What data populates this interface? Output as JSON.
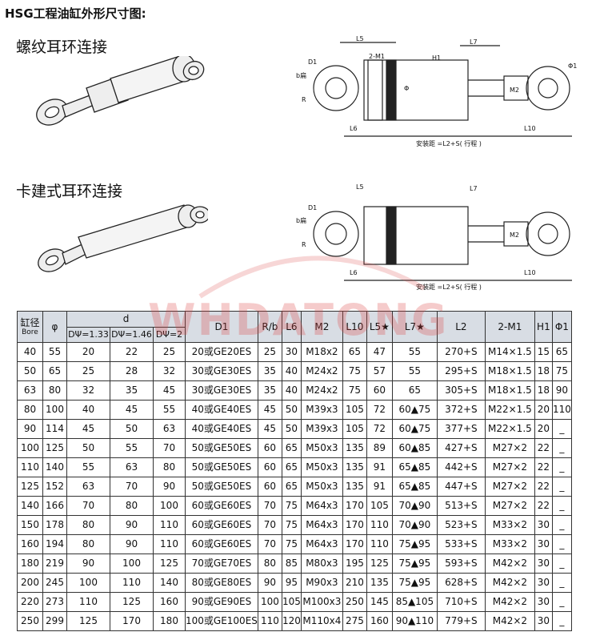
{
  "title": "HSG工程油缸外形尺寸图:",
  "sections": [
    "螺纹耳环连接",
    "卡建式耳环连接"
  ],
  "diagram_labels": {
    "d1": "D1",
    "b": "b扁",
    "r": "R",
    "l5": "L5",
    "l6": "L6",
    "m1": "2-M1",
    "l7": "L7",
    "h1": "H1",
    "phi": "Φ",
    "m2": "M2",
    "l10": "L10",
    "phi1": "Φ1",
    "install": "安装距 =L2+S( 行程 )"
  },
  "watermark": "WHDATONG",
  "table": {
    "header_top": [
      "缸径",
      "φ",
      "d",
      "D1",
      "R/b",
      "L6",
      "M2",
      "L10",
      "L5★",
      "L7★",
      "L2",
      "2-M1",
      "H1",
      "Φ1"
    ],
    "bore_sub": "Bore",
    "header_d": [
      "DΨ=1.33",
      "DΨ=1.46",
      "DΨ=2"
    ],
    "rows": [
      [
        "40",
        "55",
        "20",
        "22",
        "25",
        "20或GE20ES",
        "25",
        "30",
        "M18x2",
        "65",
        "47",
        "55",
        "270+S",
        "M14×1.5",
        "15",
        "65"
      ],
      [
        "50",
        "65",
        "25",
        "28",
        "32",
        "30或GE30ES",
        "35",
        "40",
        "M24x2",
        "75",
        "57",
        "55",
        "295+S",
        "M18×1.5",
        "18",
        "75"
      ],
      [
        "63",
        "80",
        "32",
        "35",
        "45",
        "30或GE30ES",
        "35",
        "40",
        "M24x2",
        "75",
        "60",
        "65",
        "305+S",
        "M18×1.5",
        "18",
        "90"
      ],
      [
        "80",
        "100",
        "40",
        "45",
        "55",
        "40或GE40ES",
        "45",
        "50",
        "M39x3",
        "105",
        "72",
        "60▲75",
        "372+S",
        "M22×1.5",
        "20",
        "110"
      ],
      [
        "90",
        "114",
        "45",
        "50",
        "63",
        "40或GE40ES",
        "45",
        "50",
        "M39x3",
        "105",
        "72",
        "60▲75",
        "377+S",
        "M22×1.5",
        "20",
        "_"
      ],
      [
        "100",
        "125",
        "50",
        "55",
        "70",
        "50或GE50ES",
        "60",
        "65",
        "M50x3",
        "135",
        "89",
        "60▲85",
        "427+S",
        "M27×2",
        "22",
        "_"
      ],
      [
        "110",
        "140",
        "55",
        "63",
        "80",
        "50或GE50ES",
        "60",
        "65",
        "M50x3",
        "135",
        "91",
        "65▲85",
        "442+S",
        "M27×2",
        "22",
        "_"
      ],
      [
        "125",
        "152",
        "63",
        "70",
        "90",
        "50或GE50ES",
        "60",
        "65",
        "M50x3",
        "135",
        "91",
        "65▲85",
        "447+S",
        "M27×2",
        "22",
        "_"
      ],
      [
        "140",
        "166",
        "70",
        "80",
        "100",
        "60或GE60ES",
        "70",
        "75",
        "M64x3",
        "170",
        "105",
        "70▲90",
        "513+S",
        "M27×2",
        "22",
        "_"
      ],
      [
        "150",
        "178",
        "80",
        "90",
        "110",
        "60或GE60ES",
        "70",
        "75",
        "M64x3",
        "170",
        "110",
        "70▲90",
        "523+S",
        "M33×2",
        "30",
        "_"
      ],
      [
        "160",
        "194",
        "80",
        "90",
        "110",
        "60或GE60ES",
        "70",
        "75",
        "M64x3",
        "170",
        "110",
        "75▲95",
        "533+S",
        "M33×2",
        "30",
        "_"
      ],
      [
        "180",
        "219",
        "90",
        "100",
        "125",
        "70或GE70ES",
        "80",
        "85",
        "M80x3",
        "195",
        "125",
        "75▲95",
        "593+S",
        "M42×2",
        "30",
        "_"
      ],
      [
        "200",
        "245",
        "100",
        "110",
        "140",
        "80或GE80ES",
        "90",
        "95",
        "M90x3",
        "210",
        "135",
        "75▲95",
        "628+S",
        "M42×2",
        "30",
        "_"
      ],
      [
        "220",
        "273",
        "110",
        "125",
        "160",
        "90或GE90ES",
        "100",
        "105",
        "M100x3",
        "250",
        "145",
        "85▲105",
        "710+S",
        "M42×2",
        "30",
        "_"
      ],
      [
        "250",
        "299",
        "125",
        "170",
        "180",
        "100或GE100ES",
        "110",
        "120",
        "M110x4",
        "275",
        "160",
        "90▲110",
        "779+S",
        "M42×2",
        "30",
        "_"
      ]
    ]
  }
}
